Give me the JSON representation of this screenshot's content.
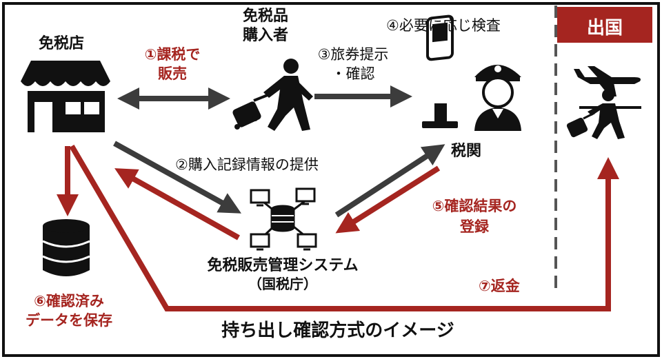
{
  "nodes": {
    "store": "免税店",
    "buyer_line1": "免税品",
    "buyer_line2": "購入者",
    "customs": "税関",
    "system": "免税販売管理システム",
    "system_sub": "（国税庁）",
    "departure": "出国"
  },
  "steps": {
    "s1_line1": "①課税で",
    "s1_line2": "販売",
    "s2": "②購入記録情報の提供",
    "s3_line1": "③旅券提示",
    "s3_line2": "・確認",
    "s4": "④必要に応じ検査",
    "s5_line1": "⑤確認結果の",
    "s5_line2": "登録",
    "s6_line1": "⑥確認済み",
    "s6_line2": "データを保存",
    "s7": "⑦返金"
  },
  "title": "持ち出し確認方式のイメージ",
  "colors": {
    "accent": "#a52520",
    "dark": "#3c3c3c",
    "text": "#111111"
  }
}
